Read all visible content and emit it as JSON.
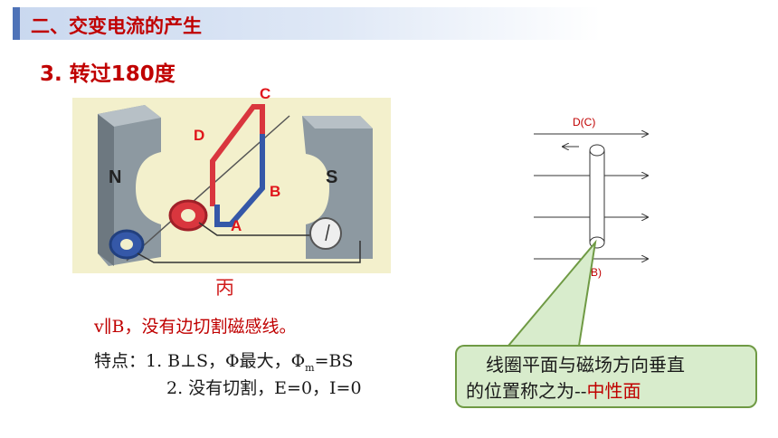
{
  "header": {
    "title": "二、交变电流的产生"
  },
  "section": {
    "title": "3. 转过180度"
  },
  "figure": {
    "caption": "丙",
    "labels": {
      "c": "C",
      "d": "D",
      "b": "B",
      "a": "A",
      "n": "N",
      "s": "S"
    }
  },
  "diagram": {
    "top_label": "D(C)",
    "bottom_label": "A(B)"
  },
  "notes": {
    "line1": "v∥B，没有边切割磁感线。",
    "line2_prefix": "特点：1. B⊥S，Φ最大，Φ",
    "line2_sub": "m",
    "line2_suffix": "=BS",
    "line3": "2. 没有切割，E=0，I=0"
  },
  "callout": {
    "line1": "线圈平面与磁场方向垂直",
    "line2_prefix": "的位置称之为--",
    "highlight": "中性面"
  },
  "colors": {
    "accent": "#c00000",
    "callout_bg": "#d8eccc",
    "callout_border": "#6f9a44"
  }
}
